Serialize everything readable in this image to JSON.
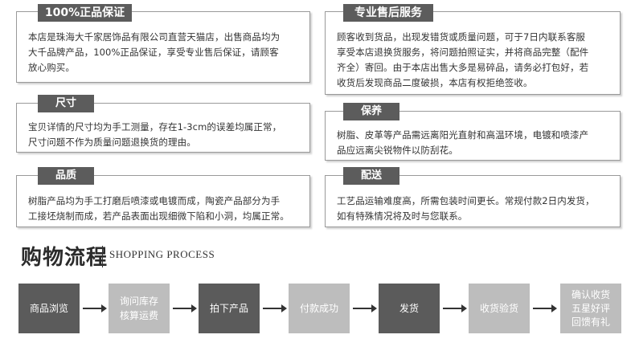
{
  "boxes": {
    "guarantee": {
      "title": "100%正品保证",
      "lines": [
        "本店是珠海大千家居饰品有限公司直营天猫店，出售商品均为",
        "大千品牌产品，100%正品保证，享受专业售后保证，请顾客",
        "放心购买。"
      ]
    },
    "after_sales": {
      "title": "专业售后服务",
      "lines": [
        "顾客收到货品，出现发错货或质量问题，可于7日内联系客服",
        "享受本店退换货服务，将问题拍照证实，并将商品完整（配件",
        "齐全）寄回。由于本店出售大多是易碎品，请务必打包好，若",
        "收货后发现商品二度破损，本店有权拒绝签收。"
      ]
    },
    "size": {
      "title": "尺寸",
      "lines": [
        "宝贝详情的尺寸均为手工测量，存在1-3cm的误差均属正常，",
        "尺寸问题不作为质量问题退换货的理由。"
      ]
    },
    "care": {
      "title": "保养",
      "lines": [
        "树脂、皮革等产品需远离阳光直射和高温环境，电镀和喷漆产",
        "品应远离尖锐物件以防刮花。"
      ]
    },
    "quality": {
      "title": "品质",
      "lines": [
        "树脂产品均为手工打磨后喷漆或电镀而成，陶瓷产品部分为手",
        "工接坯烧制而成，若产品表面出现细微下陷和小洞，均属正常。"
      ]
    },
    "shipping": {
      "title": "配送",
      "lines": [
        "工艺品运输难度高，所需包装时间更长。常规付款2日内发货，",
        "如有特殊情况将及时与您联系。"
      ]
    }
  },
  "process": {
    "title": "购物流程",
    "subtitle": "SHOPPING PROCESS",
    "steps": [
      {
        "lines": [
          "商品浏览"
        ],
        "style": "dark"
      },
      {
        "lines": [
          "询问库存",
          "核算运费"
        ],
        "style": "light"
      },
      {
        "lines": [
          "拍下产品"
        ],
        "style": "dark"
      },
      {
        "lines": [
          "付款成功"
        ],
        "style": "light"
      },
      {
        "lines": [
          "发货"
        ],
        "style": "dark"
      },
      {
        "lines": [
          "收货验货"
        ],
        "style": "light"
      },
      {
        "lines": [
          "确认收货",
          "五星好评",
          "回馈有礼"
        ],
        "style": "light"
      }
    ]
  },
  "colors": {
    "tab": "#5c5c5c",
    "dark_step": "#5b5b5b",
    "light_step": "#bdbdbd"
  }
}
